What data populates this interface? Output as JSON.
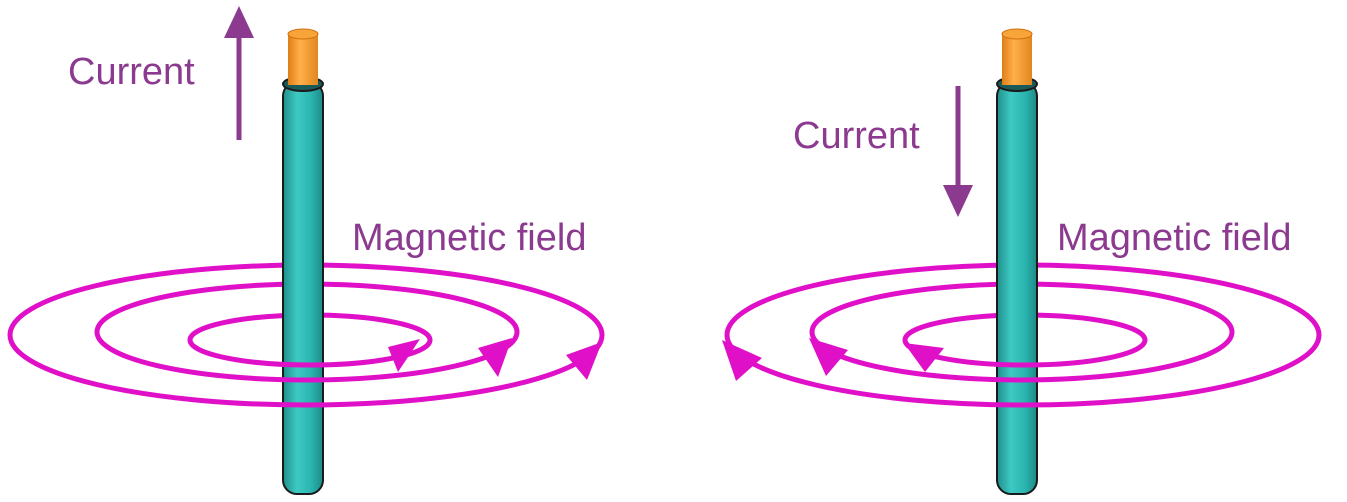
{
  "diagrams": [
    {
      "current_label": "Current",
      "field_label": "Magnetic field",
      "current_direction": "up",
      "field_direction": "counterclockwise"
    },
    {
      "current_label": "Current",
      "field_label": "Magnetic field",
      "current_direction": "down",
      "field_direction": "clockwise"
    }
  ],
  "colors": {
    "label": "#8b3a8f",
    "field_lines": "#e010c8",
    "wire": "#2ab5b0",
    "wire_outline": "#1a1a1a",
    "conductor_tip": "#f29a2e"
  }
}
